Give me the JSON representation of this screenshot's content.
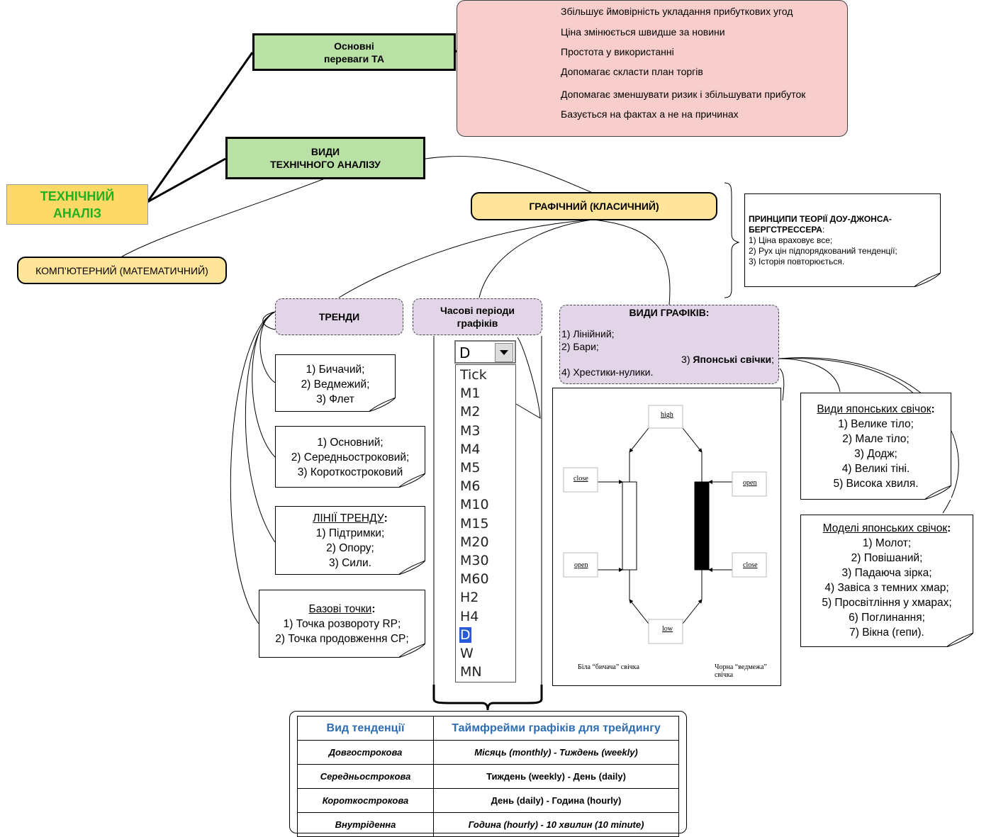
{
  "root": {
    "line1": "ТЕХНІЧНИЙ",
    "line2": "АНАЛІЗ"
  },
  "advantages": {
    "title_line1": "Основні",
    "title_line2": "переваги ТА",
    "items": [
      "Збільшує ймовірність укладання прибуткових угод",
      "Ціна змінюється швидше за новини",
      "Простота у використанні",
      "Допомагає скласти план торгів",
      "Допомагає зменшувати ризик і збільшувати прибуток",
      "Базується на фактах а не на причинах"
    ]
  },
  "types": {
    "title_line1": "ВИДИ",
    "title_line2": "ТЕХНІЧНОГО АНАЛІЗУ",
    "graphic": "ГРАФІЧНИЙ (КЛАСИЧНИЙ)",
    "computer": "КОМП’ЮТЕРНИЙ (МАТЕМАТИЧНИЙ)"
  },
  "dow_theory": {
    "title_line1": "ПРИНЦИПИ ТЕОРІЇ ДОУ-ДЖОНСА-",
    "title_line2": "БЕРГСТРЕССЕРА",
    "title_suffix": ":",
    "items": [
      "1) Ціна враховує все;",
      "2) Рух цін підпорядкований тенденції;",
      "3) Історія повторюється."
    ]
  },
  "trends": {
    "title": "ТРЕНДИ",
    "directions": [
      "1) Бичачий;",
      "2) Ведмежий;",
      "3) Флет"
    ],
    "durations": [
      "1) Основний;",
      "2) Середньостроковий;",
      "3) Короткостроковий"
    ],
    "lines_title": "ЛІНІЇ ТРЕНДУ",
    "lines_colon": ":",
    "lines": [
      "1) Підтримки;",
      "2) Опору;",
      "3) Сили."
    ],
    "points_title": "Базові точки",
    "points_colon": ":",
    "points": [
      "1) Точка розвороту RP;",
      "2) Точка продовження CP;"
    ]
  },
  "periods": {
    "title_line1": "Часові періоди",
    "title_line2": "графіків",
    "selected": "D",
    "options": [
      "Tick",
      "M1",
      "M2",
      "M3",
      "M4",
      "M5",
      "M6",
      "M10",
      "M15",
      "M20",
      "M30",
      "M60",
      "H2",
      "H4",
      "D",
      "W",
      "MN"
    ]
  },
  "chart_types": {
    "title": "ВИДИ ГРАФІКІВ:",
    "item1": "1) Лінійний;",
    "item2": "2) Бари;",
    "item3_prefix": "3) ",
    "item3_bold": "Японські свічки",
    "item3_suffix": ";",
    "item4": "4) Хрестики-нулики."
  },
  "candle_diagram": {
    "high": "high",
    "low": "low",
    "close_left": "close",
    "open_left": "open",
    "open_right": "open",
    "close_right": "close",
    "caption_white": "Біла “бичача” свічка",
    "caption_black": "Чорна “ведмежа” свічка"
  },
  "candle_types": {
    "title": "Види японських свічок",
    "colon": ":",
    "items": [
      "1) Велике тіло;",
      "2) Мале тіло;",
      "3) Додж;",
      "4) Великі тіні.",
      "5) Висока хвиля."
    ]
  },
  "candle_models": {
    "title": "Моделі японських свічок",
    "colon": ":",
    "items": [
      "1) Молот;",
      "2) Повішаний;",
      "3) Падаюча зірка;",
      "4) Завіса з темних хмар;",
      "5) Просвітління у хмарах;",
      "6) Поглинання;",
      "7) Вікна (гепи)."
    ]
  },
  "timeframe_table": {
    "headers": [
      "Вид тенденції",
      "Таймфрейми графіків для трейдингу"
    ],
    "rows": [
      [
        "Довгострокова",
        "Місяць (monthly) - Тиждень (weekly)"
      ],
      [
        "Середньострокова",
        "Тиждень (weekly) - День (daily)"
      ],
      [
        "Короткострокова",
        "День (daily) - Година (hourly)"
      ],
      [
        "Внутріденна",
        "Година (hourly) - 10 хвилин (10 minute)"
      ]
    ]
  },
  "colors": {
    "root_fill": "#ffd966",
    "root_text": "#1fb11f",
    "green_fill": "#b9e0a5",
    "pink_fill": "#f8cecc",
    "lilac_fill": "#e1d5e7",
    "pill_fill": "#ffe599",
    "table_header": "#2e6db4"
  }
}
